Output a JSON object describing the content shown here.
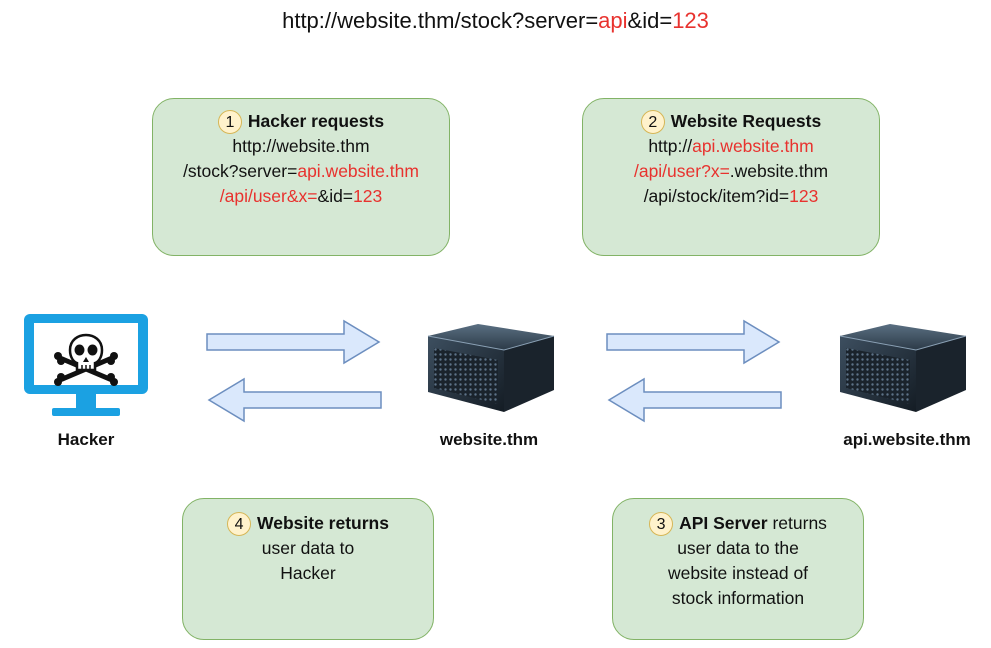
{
  "header_url": {
    "prefix": "http://website.thm/stock?server=",
    "server_value": "api",
    "middle": "&id=",
    "id_value": "123"
  },
  "nodes": {
    "hacker": "Hacker",
    "website": "website.thm",
    "api": "api.website.thm"
  },
  "steps": {
    "step1": {
      "number": "1",
      "title": "Hacker requests",
      "line1": "http://website.thm",
      "line2_prefix": "/stock?server=",
      "line2_red": "api.website.thm",
      "line3_red": "/api/user&x=",
      "line3_mid": "&id=",
      "line3_id": "123"
    },
    "step2": {
      "number": "2",
      "title": "Website Requests",
      "line1_prefix": "http://",
      "line1_red": "api.website.thm",
      "line2_red": "/api/user?x=",
      "line2_suffix": ".website.thm",
      "line3_prefix": "/api/stock/item?id=",
      "line3_red": "123"
    },
    "step3": {
      "number": "3",
      "title": "API Server",
      "title_suffix": " returns",
      "line1": "user data to the",
      "line2": "website instead of",
      "line3": "stock information"
    },
    "step4": {
      "number": "4",
      "title": "Website returns",
      "line1": "user data to",
      "line2": "Hacker"
    }
  },
  "colors": {
    "box_fill": "#d5e8d4",
    "box_border": "#82b366",
    "arrow_fill": "#dae8fc",
    "arrow_border": "#6c8ebf",
    "highlight": "#e8322e",
    "monitor": "#1ba1e2"
  },
  "icons": [
    "skull-crossbones-icon",
    "server-icon"
  ]
}
